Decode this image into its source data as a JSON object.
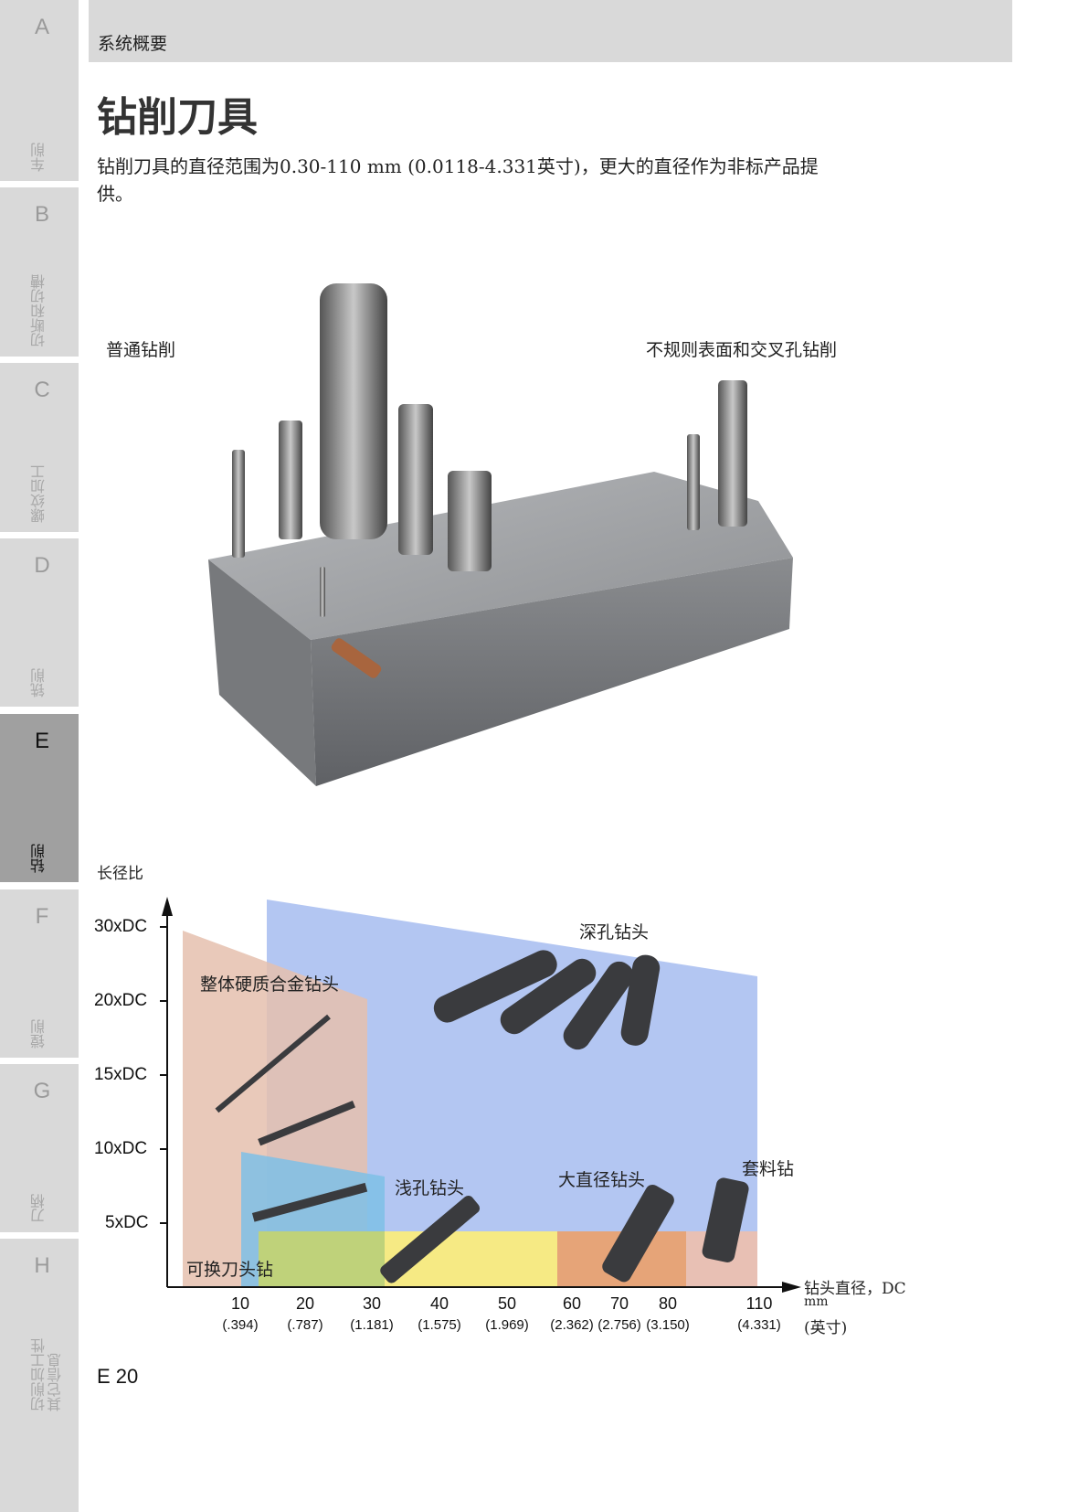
{
  "sidebar": {
    "tabs": [
      {
        "letter": "A",
        "label": "车削",
        "active": false
      },
      {
        "letter": "B",
        "label": "切断和切槽",
        "active": false
      },
      {
        "letter": "C",
        "label": "螺纹加工",
        "active": false
      },
      {
        "letter": "D",
        "label": "铣削",
        "active": false
      },
      {
        "letter": "E",
        "label": "钻削",
        "active": true
      },
      {
        "letter": "F",
        "label": "镗削",
        "active": false
      },
      {
        "letter": "G",
        "label": "刀柄",
        "active": false
      },
      {
        "letter": "H",
        "label": "切削加工性\n其它信息",
        "active": false
      }
    ]
  },
  "header": {
    "section": "系统概要"
  },
  "page": {
    "title": "钻削刀具",
    "intro": "钻削刀具的直径范围为0.30-110 mm (0.0118-4.331英寸)，更大的直径作为非标产品提供。",
    "image_labels": {
      "left": "普通钻削",
      "right": "不规则表面和交叉孔钻削"
    },
    "page_number": "E 20"
  },
  "chart": {
    "y_title": "长径比",
    "y_ticks": [
      "30xDC",
      "20xDC",
      "15xDC",
      "10xDC",
      "5xDC"
    ],
    "x_title": "钻头直径，DC",
    "x_unit": "mm",
    "x_unit_inch": "(英寸)",
    "x_ticks": [
      {
        "mm": "10",
        "inch": "(.394)"
      },
      {
        "mm": "20",
        "inch": "(.787)"
      },
      {
        "mm": "30",
        "inch": "(1.181)"
      },
      {
        "mm": "40",
        "inch": "(1.575)"
      },
      {
        "mm": "50",
        "inch": "(1.969)"
      },
      {
        "mm": "60",
        "inch": "(2.362)"
      },
      {
        "mm": "70",
        "inch": "(2.756)"
      },
      {
        "mm": "80",
        "inch": "(3.150)"
      },
      {
        "mm": "110",
        "inch": "(4.331)"
      }
    ],
    "regions": [
      {
        "label": "深孔钻头",
        "color": "#b3c6f2"
      },
      {
        "label": "整体硬质合金钻头",
        "color": "#e5bfae"
      },
      {
        "label": "浅孔钻头",
        "color": "#7ec0e6"
      },
      {
        "label": "可换刀头钻",
        "color": "#f6ea84"
      },
      {
        "label": "大直径钻头",
        "color": "#e6a478"
      },
      {
        "label": "套料钻",
        "color": "#e8c0b4"
      }
    ]
  }
}
